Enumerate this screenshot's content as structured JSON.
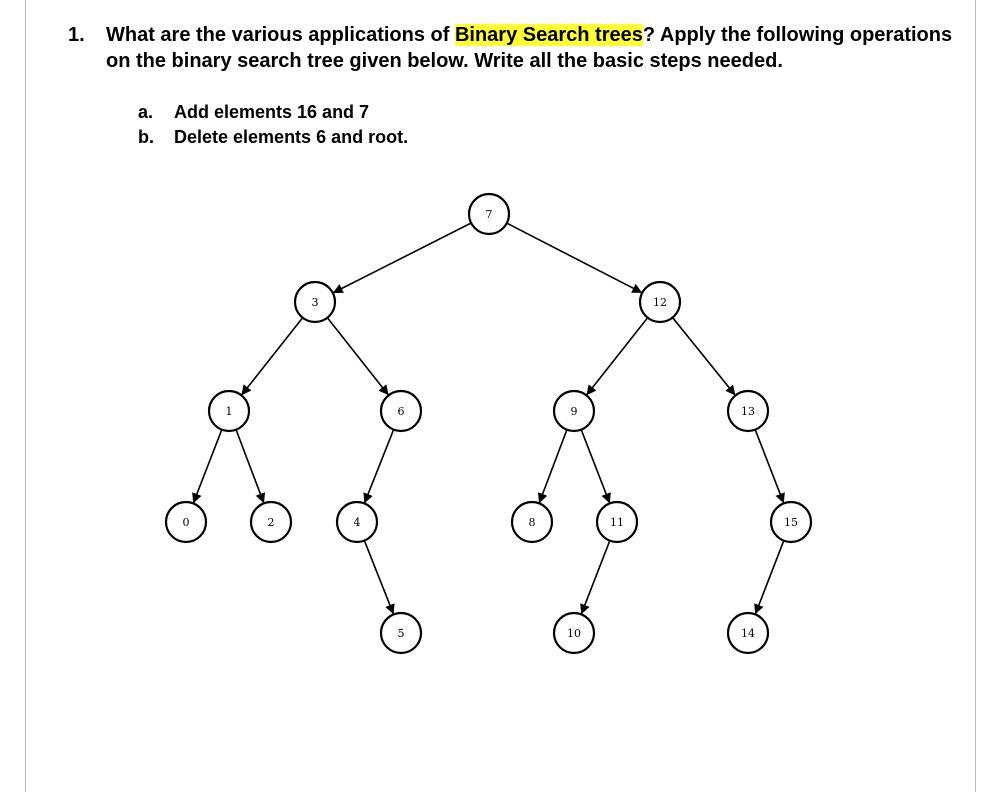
{
  "question": {
    "number": "1.",
    "text_before": "What are the various applications of ",
    "highlight": "Binary Search trees",
    "text_after": "? Apply the following operations on the binary search tree given below. Write all the basic steps needed."
  },
  "subquestions": [
    {
      "letter": "a.",
      "text": "Add elements 16 and 7"
    },
    {
      "letter": "b.",
      "text": "Delete elements 6 and root."
    }
  ],
  "tree": {
    "nodes": [
      {
        "id": "n7",
        "label": "7"
      },
      {
        "id": "n3",
        "label": "3"
      },
      {
        "id": "n12",
        "label": "12"
      },
      {
        "id": "n1",
        "label": "1"
      },
      {
        "id": "n6",
        "label": "6"
      },
      {
        "id": "n9",
        "label": "9"
      },
      {
        "id": "n13",
        "label": "13"
      },
      {
        "id": "n0",
        "label": "0"
      },
      {
        "id": "n2",
        "label": "2"
      },
      {
        "id": "n4",
        "label": "4"
      },
      {
        "id": "n8",
        "label": "8"
      },
      {
        "id": "n11",
        "label": "11"
      },
      {
        "id": "n15",
        "label": "15"
      },
      {
        "id": "n5",
        "label": "5"
      },
      {
        "id": "n10",
        "label": "10"
      },
      {
        "id": "n14",
        "label": "14"
      }
    ],
    "edges": [
      [
        "n7",
        "n3"
      ],
      [
        "n7",
        "n12"
      ],
      [
        "n3",
        "n1"
      ],
      [
        "n3",
        "n6"
      ],
      [
        "n12",
        "n9"
      ],
      [
        "n12",
        "n13"
      ],
      [
        "n1",
        "n0"
      ],
      [
        "n1",
        "n2"
      ],
      [
        "n6",
        "n4"
      ],
      [
        "n9",
        "n8"
      ],
      [
        "n9",
        "n11"
      ],
      [
        "n13",
        "n15"
      ],
      [
        "n4",
        "n5"
      ],
      [
        "n11",
        "n10"
      ],
      [
        "n15",
        "n14"
      ]
    ]
  }
}
